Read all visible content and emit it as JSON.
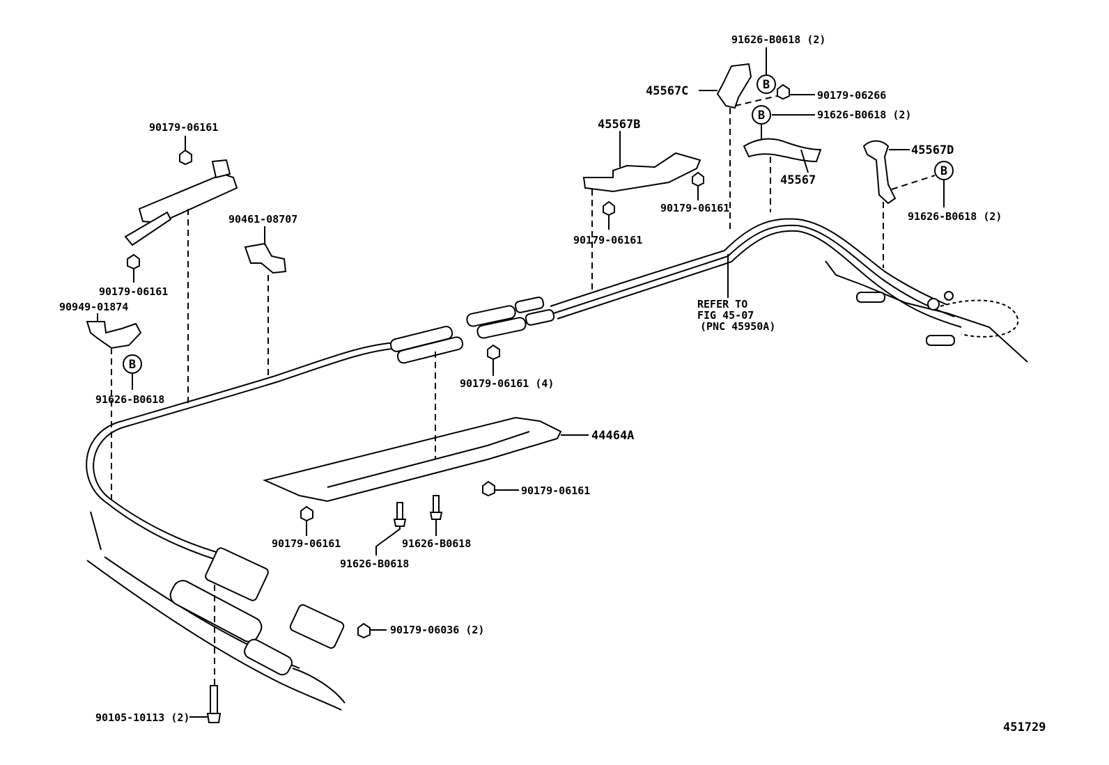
{
  "diagram": {
    "figure_number": "451729",
    "labels": {
      "p_91626_b0618_2_top": "91626-B0618 (2)",
      "p_45567c": "45567C",
      "p_90179_06266": "90179-06266",
      "p_91626_b0618_2_mid": "91626-B0618 (2)",
      "p_45567b": "45567B",
      "p_45567": "45567",
      "p_45567d": "45567D",
      "p_91626_b0618_2_right": "91626-B0618 (2)",
      "p_90179_06161_a": "90179-06161",
      "p_90179_06161_b": "90179-06161",
      "p_90179_06161_c": "90179-06161",
      "p_90179_06161_d": "90179-06161",
      "p_90461_08707": "90461-08707",
      "p_90949_01874": "90949-01874",
      "p_91626_b0618_left": "91626-B0618",
      "p_90179_06161_4": "90179-06161 (4)",
      "p_44464a": "44464A",
      "p_90179_06161_e": "90179-06161",
      "p_90179_06161_f": "90179-06161",
      "p_91626_b0618_g": "91626-B0618",
      "p_91626_b0618_h": "91626-B0618",
      "p_90179_06036_2": "90179-06036 (2)",
      "p_90105_10113_2": "90105-10113 (2)"
    },
    "callout_marker": "B",
    "reference_note": {
      "line1": "REFER TO",
      "line2": "FIG 45-07",
      "line3": "(PNC 45950A)"
    }
  }
}
